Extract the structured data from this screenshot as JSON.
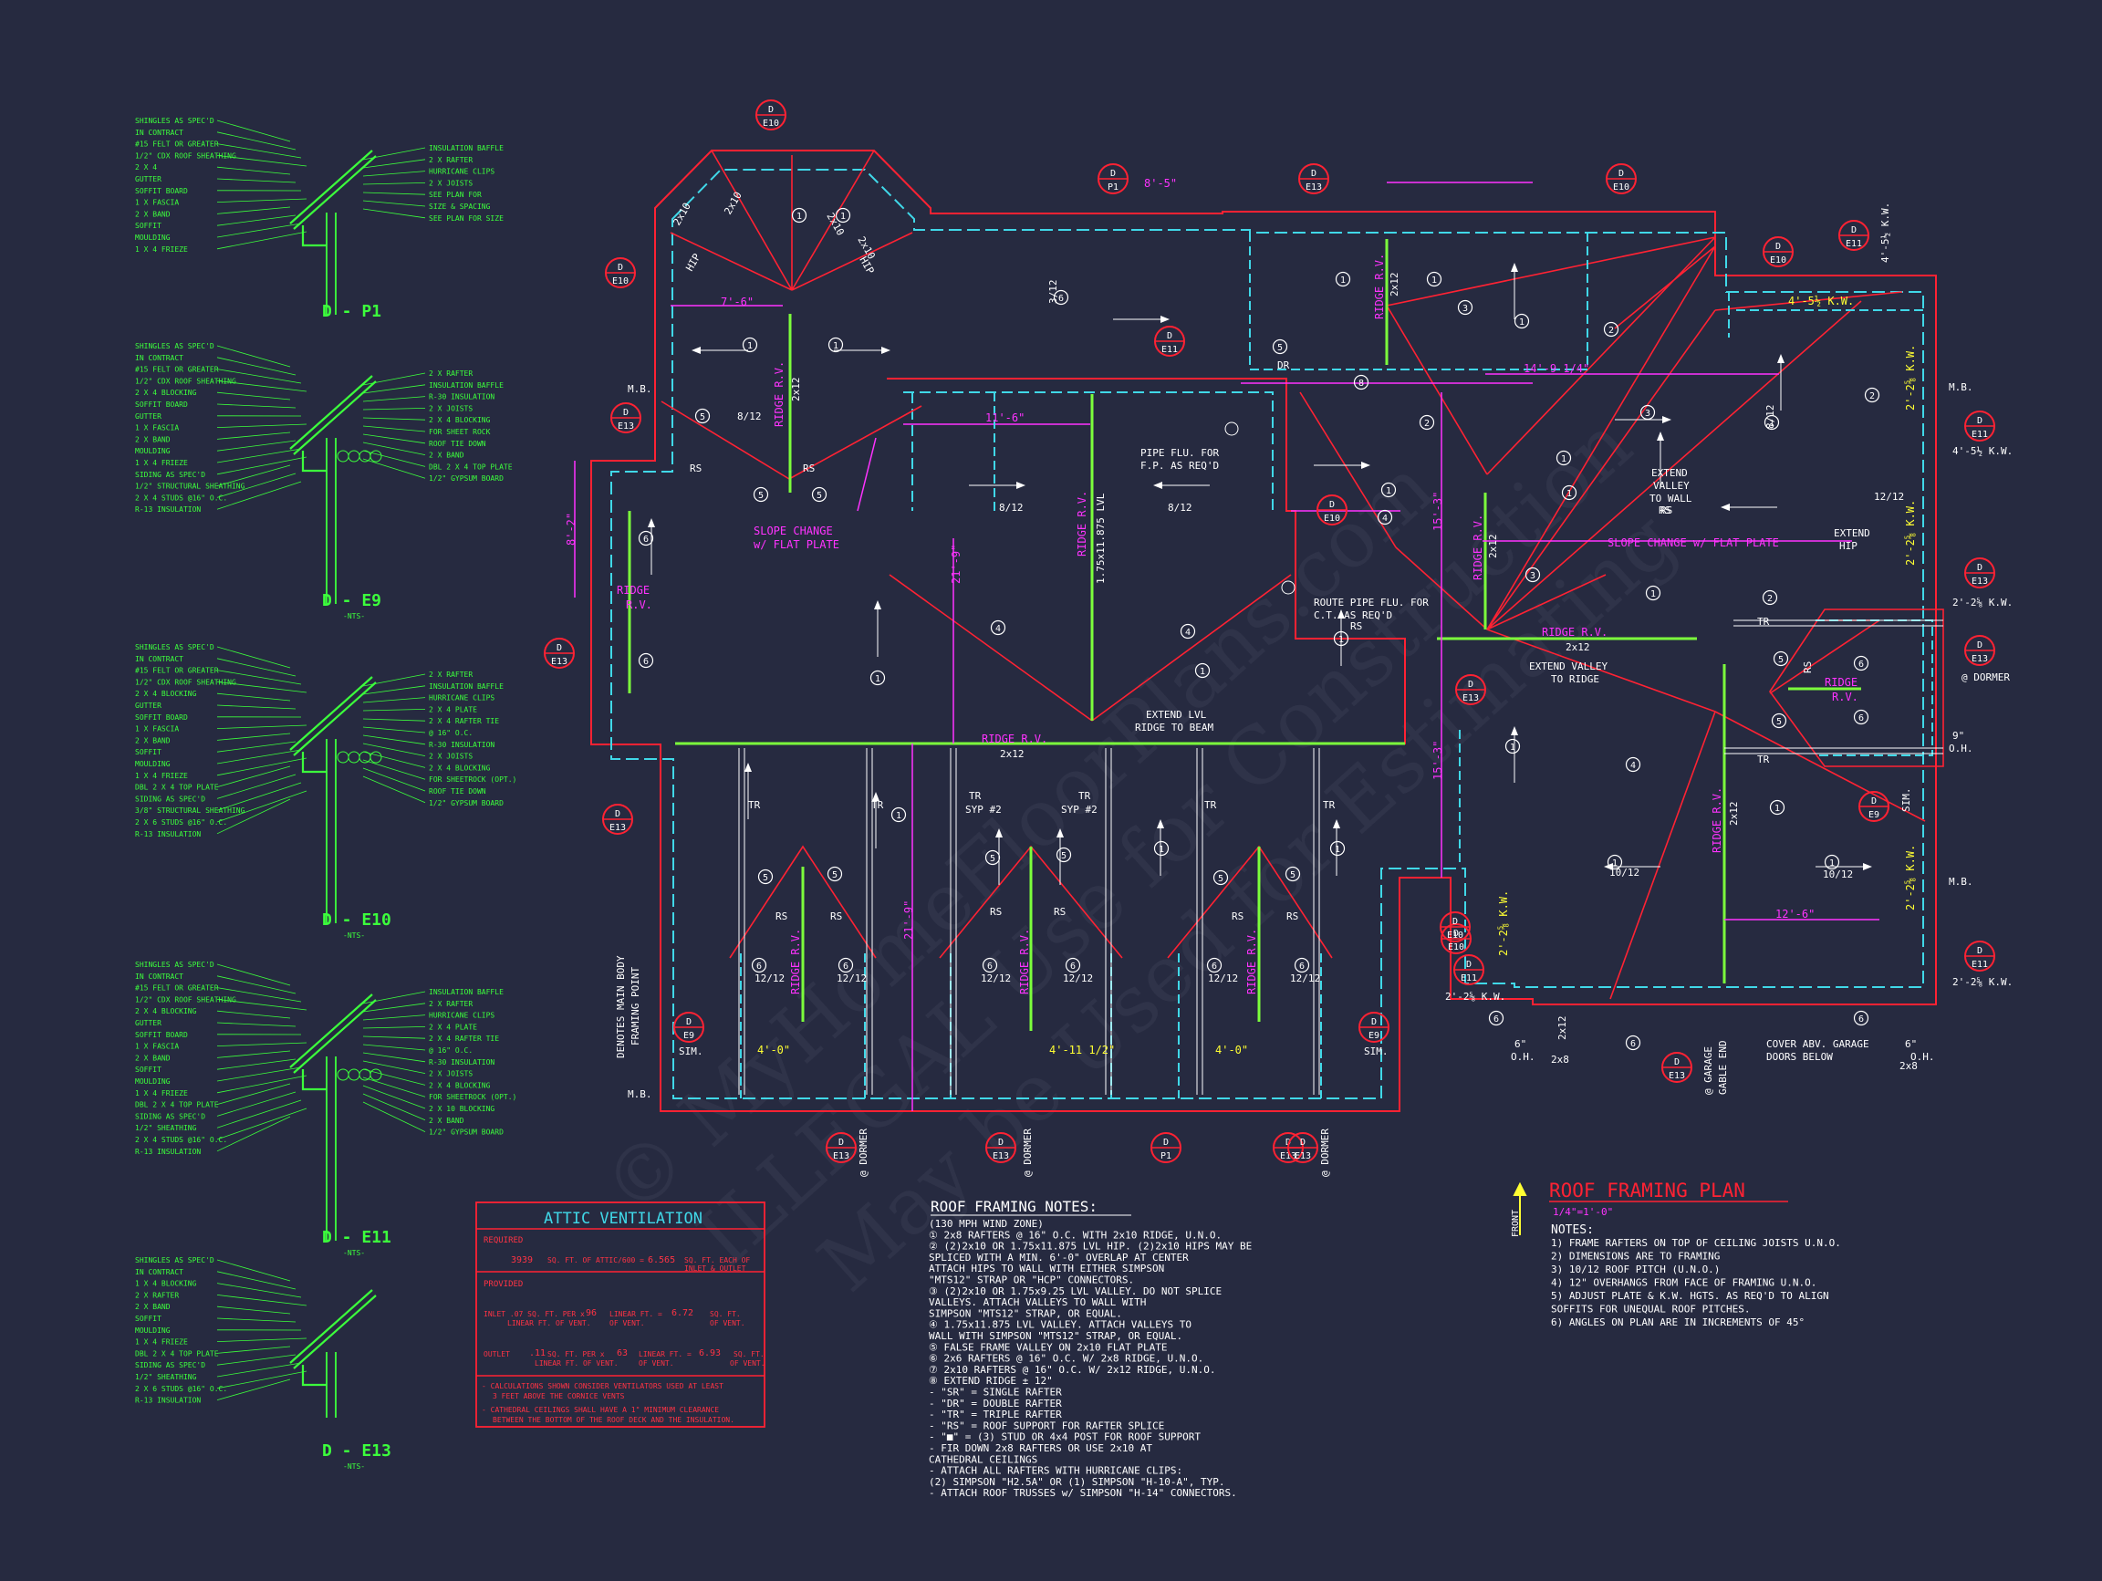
{
  "colors": {
    "background": "#262a40",
    "roof_line": "#ff2233",
    "framing": "#ff33ff",
    "ridge_beam": "#7cff3c",
    "wall": "#40d8e8",
    "detail": "#3cff3c",
    "text": "#ffffff",
    "dimension_yellow": "#ffff33"
  },
  "watermark": {
    "line1": "© MyHomeFloorPlans.com",
    "line2": "ILLEGAL Use for Construction",
    "line3": "May be Used for Estimating"
  },
  "details": [
    {
      "title": "D - P1",
      "sub": "",
      "left": [
        "SHINGLES AS SPEC'D",
        "IN CONTRACT",
        "#15 FELT OR GREATER",
        "1/2\" CDX ROOF SHEATHING",
        "2 X 4",
        "GUTTER",
        "SOFFIT BOARD",
        "1 X    FASCIA",
        "2 X    BAND",
        "SOFFIT",
        "MOULDING",
        "1 X 4 FRIEZE"
      ],
      "right": [
        "INSULATION BAFFLE",
        "2 X    RAFTER",
        "HURRICANE CLIPS",
        "2 X    JOISTS",
        "SEE PLAN FOR",
        "SIZE & SPACING",
        "SEE PLAN FOR SIZE"
      ]
    },
    {
      "title": "D - E9",
      "sub": "-NTS-",
      "left": [
        "SHINGLES AS SPEC'D",
        "IN CONTRACT",
        "#15 FELT OR GREATER",
        "1/2\" CDX ROOF SHEATHING",
        "2 X 4 BLOCKING",
        "SOFFIT BOARD",
        "GUTTER",
        "1 X    FASCIA",
        "2 X    BAND",
        "MOULDING",
        "1 X 4 FRIEZE",
        "SIDING AS SPEC'D",
        "1/2\" STRUCTURAL SHEATHING",
        "2 X 4 STUDS @16\" O.C.",
        "R-13 INSULATION"
      ],
      "right": [
        "2 X    RAFTER",
        "INSULATION BAFFLE",
        "R-30 INSULATION",
        "2 X    JOISTS",
        "2 X 4 BLOCKING",
        "FOR SHEET ROCK",
        "ROOF TIE DOWN",
        "2 X    BAND",
        "DBL 2 X 4 TOP PLATE",
        "1/2\" GYPSUM BOARD"
      ]
    },
    {
      "title": "D - E10",
      "sub": "-NTS-",
      "left": [
        "SHINGLES AS SPEC'D",
        "IN CONTRACT",
        "#15 FELT OR GREATER",
        "1/2\" CDX ROOF SHEATHING",
        "2 X 4 BLOCKING",
        "GUTTER",
        "SOFFIT BOARD",
        "1 X    FASCIA",
        "2 X    BAND",
        "SOFFIT",
        "MOULDING",
        "1 X 4 FRIEZE",
        "DBL 2 X 4 TOP PLATE",
        "SIDING AS SPEC'D",
        "3/8\" STRUCTURAL SHEATHING",
        "2 X 6 STUDS @16\" O.C.",
        "R-13 INSULATION"
      ],
      "right": [
        "2 X    RAFTER",
        "INSULATION BAFFLE",
        "HURRICANE CLIPS",
        "2 X 4 PLATE",
        "2 X 4 RAFTER TIE",
        "@ 16\" O.C.",
        "R-30 INSULATION",
        "2 X    JOISTS",
        "2 X 4 BLOCKING",
        "FOR SHEETROCK (OPT.)",
        "ROOF TIE DOWN",
        "1/2\" GYPSUM BOARD"
      ]
    },
    {
      "title": "D - E11",
      "sub": "-NTS-",
      "left": [
        "SHINGLES AS SPEC'D",
        "IN CONTRACT",
        "#15 FELT OR GREATER",
        "1/2\" CDX ROOF SHEATHING",
        "2 X 4 BLOCKING",
        "GUTTER",
        "SOFFIT BOARD",
        "1 X    FASCIA",
        "2 X    BAND",
        "SOFFIT",
        "MOULDING",
        "1 X 4 FRIEZE",
        "DBL 2 X 4 TOP PLATE",
        "SIDING AS SPEC'D",
        "1/2\" SHEATHING",
        "2 X 4 STUDS @16\" O.C.",
        "R-13 INSULATION"
      ],
      "right": [
        "INSULATION BAFFLE",
        "2 X    RAFTER",
        "HURRICANE CLIPS",
        "2 X 4 PLATE",
        "2 X 4 RAFTER TIE",
        "@ 16\" O.C.",
        "R-30 INSULATION",
        "2 X    JOISTS",
        "2 X 4 BLOCKING",
        "FOR SHEETROCK (OPT.)",
        "2 X 10 BLOCKING",
        "2 X    BAND",
        "1/2\" GYPSUM BOARD"
      ]
    },
    {
      "title": "D - E13",
      "sub": "-NTS-",
      "left": [
        "SHINGLES AS SPEC'D",
        "IN CONTRACT",
        "1 X 4 BLOCKING",
        "2 X    RAFTER",
        "2 X    BAND",
        "SOFFIT",
        "MOULDING",
        "1 X 4 FRIEZE",
        "DBL 2 X 4 TOP PLATE",
        "SIDING AS SPEC'D",
        "1/2\" SHEATHING",
        "2 X 6 STUDS @16\" O.C.",
        "R-13 INSULATION"
      ],
      "right": []
    }
  ],
  "attic": {
    "title": "ATTIC VENTILATION",
    "required_label": "REQUIRED",
    "req_value": "3939",
    "req_text1": "SQ. FT. OF ATTIC/600 =",
    "req_value2": "6.565",
    "req_text2": "SQ. FT. EACH OF",
    "req_text3": "INLET & OUTLET",
    "provided_label": "PROVIDED",
    "inlet_a": "INLET .07 SQ. FT. PER x",
    "inlet_v1": "96",
    "inlet_b": "LINEAR FT. =",
    "inlet_v2": "6.72",
    "inlet_c": "SQ. FT.",
    "inlet_sub1": "LINEAR FT. OF VENT.",
    "inlet_sub2": "OF VENT.",
    "inlet_sub3": "OF VENT.",
    "outlet_a": "OUTLET",
    "outlet_v0": ".11",
    "outlet_b": "SQ. FT. PER x",
    "outlet_v1": "63",
    "outlet_c": "LINEAR FT. =",
    "outlet_v2": "6.93",
    "outlet_d": "SQ. FT.",
    "outlet_sub1": "LINEAR FT. OF VENT.",
    "outlet_sub2": "OF VENT.",
    "outlet_sub3": "OF VENT.",
    "note1": "- CALCULATIONS SHOWN CONSIDER VENTILATORS USED AT LEAST",
    "note1b": "3 FEET ABOVE THE CORNICE VENTS",
    "note2": "- CATHEDRAL CEILINGS SHALL HAVE A 1\" MINIMUM CLEARANCE",
    "note2b": "BETWEEN THE BOTTOM OF THE ROOF DECK AND THE INSULATION."
  },
  "framing_notes": {
    "title": "ROOF FRAMING NOTES:",
    "lines": [
      "(130 MPH WIND ZONE)",
      "① 2x8 RAFTERS @ 16\" O.C. WITH 2x10 RIDGE, U.N.O.",
      "② (2)2x10 OR 1.75x11.875 LVL HIP.  (2)2x10 HIPS MAY BE",
      "   SPLICED WITH A MIN. 6'-0\" OVERLAP AT CENTER",
      "   ATTACH HIPS TO WALL WITH EITHER SIMPSON",
      "   \"MTS12\" STRAP OR \"HCP\" CONNECTORS.",
      "③ (2)2x10 OR 1.75x9.25 LVL VALLEY.  DO NOT SPLICE",
      "   VALLEYS.  ATTACH VALLEYS TO WALL WITH",
      "   SIMPSON \"MTS12\" STRAP, OR EQUAL.",
      "④ 1.75x11.875 LVL VALLEY.  ATTACH VALLEYS TO",
      "   WALL WITH SIMPSON \"MTS12\" STRAP, OR EQUAL.",
      "⑤ FALSE FRAME VALLEY ON 2x10 FLAT PLATE",
      "⑥ 2x6 RAFTERS @ 16\" O.C. W/ 2x8 RIDGE, U.N.O.",
      "⑦ 2x10 RAFTERS @ 16\" O.C. W/ 2x12 RIDGE, U.N.O.",
      "⑧ EXTEND RIDGE ± 12\"",
      "-  \"SR\" = SINGLE RAFTER",
      "-  \"DR\" = DOUBLE RAFTER",
      "-  \"TR\" = TRIPLE RAFTER",
      "-  \"RS\" = ROOF SUPPORT FOR RAFTER SPLICE",
      "-  \"■\"  = (3) STUD OR 4x4 POST FOR ROOF SUPPORT",
      "-  FIR DOWN 2x8 RAFTERS OR USE 2x10 AT",
      "   CATHEDRAL CEILINGS",
      "-  ATTACH ALL RAFTERS WITH HURRICANE CLIPS:",
      "   (2) SIMPSON \"H2.5A\" OR (1) SIMPSON \"H-10-A\", TYP.",
      "-  ATTACH ROOF TRUSSES w/ SIMPSON \"H-14\" CONNECTORS."
    ]
  },
  "plan_title": {
    "title": "ROOF FRAMING PLAN",
    "scale": "1/4\"=1'-0\"",
    "front": "FRONT",
    "notes_label": "NOTES:",
    "notes": [
      "1) FRAME RAFTERS ON TOP OF CEILING JOISTS U.N.O.",
      "2) DIMENSIONS ARE TO FRAMING",
      "3) 10/12 ROOF PITCH (U.N.O.)",
      "4) 12\" OVERHANGS FROM FACE OF FRAMING U.N.O.",
      "5) ADJUST PLATE & K.W. HGTS. AS REQ'D TO ALIGN",
      "   SOFFITS FOR UNEQUAL ROOF PITCHES.",
      "6) ANGLES ON PLAN ARE IN INCREMENTS OF 45°"
    ]
  },
  "bubbles": [
    {
      "top": "D",
      "bottom": "E10"
    },
    {
      "top": "D",
      "bottom": "P1"
    },
    {
      "top": "D",
      "bottom": "E13"
    },
    {
      "top": "D",
      "bottom": "E10"
    },
    {
      "top": "D",
      "bottom": "E11"
    },
    {
      "top": "D",
      "bottom": "E10"
    },
    {
      "top": "D",
      "bottom": "E10"
    },
    {
      "top": "D",
      "bottom": "E13"
    },
    {
      "top": "D",
      "bottom": "E11"
    },
    {
      "top": "D",
      "bottom": "E10"
    },
    {
      "top": "D",
      "bottom": "E11"
    },
    {
      "top": "D",
      "bottom": "E13"
    },
    {
      "top": "D",
      "bottom": "E13"
    },
    {
      "top": "D",
      "bottom": "E13"
    },
    {
      "top": "D",
      "bottom": "E13"
    },
    {
      "top": "D",
      "bottom": "E9"
    },
    {
      "top": "D",
      "bottom": "E13"
    },
    {
      "top": "D",
      "bottom": "E10"
    },
    {
      "top": "D",
      "bottom": "E11"
    },
    {
      "top": "D",
      "bottom": "E13"
    },
    {
      "top": "D",
      "bottom": "E13"
    },
    {
      "top": "D",
      "bottom": "E13"
    },
    {
      "top": "D",
      "bottom": "P1"
    },
    {
      "top": "D",
      "bottom": "E13"
    },
    {
      "top": "D",
      "bottom": "E9"
    },
    {
      "top": "D",
      "bottom": "E9"
    },
    {
      "top": "D",
      "bottom": "E13"
    },
    {
      "top": "D",
      "bottom": "E10"
    },
    {
      "top": "D",
      "bottom": "E11"
    }
  ],
  "labels": {
    "rs": "RS",
    "tr": "TR",
    "dr": "DR",
    "mb": "M.B.",
    "sim": "SIM.",
    "ridge_rv": "RIDGE R.V.",
    "ridge": "RIDGE",
    "rv": "R.V.",
    "twox12": "2x12",
    "twox10hip": "2x10",
    "hip": "HIP",
    "lvl": "1.75x11.875 LVL",
    "slope_change": "SLOPE CHANGE",
    "w_flat_plate": "w/ FLAT PLATE",
    "slope_change_full": "SLOPE CHANGE w/ FLAT PLATE",
    "pipe_flu1": "PIPE FLU. FOR",
    "pipe_flu2": "F.P. AS REQ'D",
    "route_flu1": "ROUTE PIPE FLU. FOR",
    "route_flu2": "C.T. AS REQ'D",
    "extend_lvl1": "EXTEND LVL",
    "extend_lvl2": "RIDGE TO BEAM",
    "extend_valley1": "EXTEND VALLEY",
    "extend_valley2": "TO RIDGE",
    "extend_valley_wall1": "EXTEND",
    "extend_valley_wall2": "VALLEY",
    "extend_valley_wall3": "TO WALL",
    "extend_hip1": "EXTEND",
    "extend_hip2": "HIP",
    "dormer": "@ DORMER",
    "garage_gable1": "@ GARAGE",
    "garage_gable2": "GABLE END",
    "cover_garage1": "COVER ABV. GARAGE",
    "cover_garage2": "DOORS BELOW",
    "main_body1": "DENOTES MAIN BODY",
    "main_body2": "FRAMING POINT",
    "tr_syp": "TR",
    "syp2": "SYP #2",
    "p1012": "10/12",
    "p812": "8/12",
    "p1212": "12/12",
    "p312": "3/12",
    "kw1": "4'-5½ K.W.",
    "kw2": "4'-5½ K.W.",
    "kw3": "2'-2⅝ K.W.",
    "kw4": "2'-2⅝ K.W.",
    "kw5": "2'-2⅝ K.W.",
    "kw6": "2'-2⅝ K.W.",
    "dim_85": "8'-5\"",
    "dim_76": "7'-6\"",
    "dim_116": "11'-6\"",
    "dim_149": "14'-9 1/4\"",
    "dim_126": "12'-6\"",
    "dim_40": "4'-0\"",
    "dim_4112": "4'-11 1/2\"",
    "dim_82": "8'-2\"",
    "dim_219": "21'-9\"",
    "dim_153": "15'-3\"",
    "oh6": "6\"",
    "oh": "O.H.",
    "oh9": "9\"",
    "twox8": "2x8",
    "twox12b": "2x12"
  }
}
